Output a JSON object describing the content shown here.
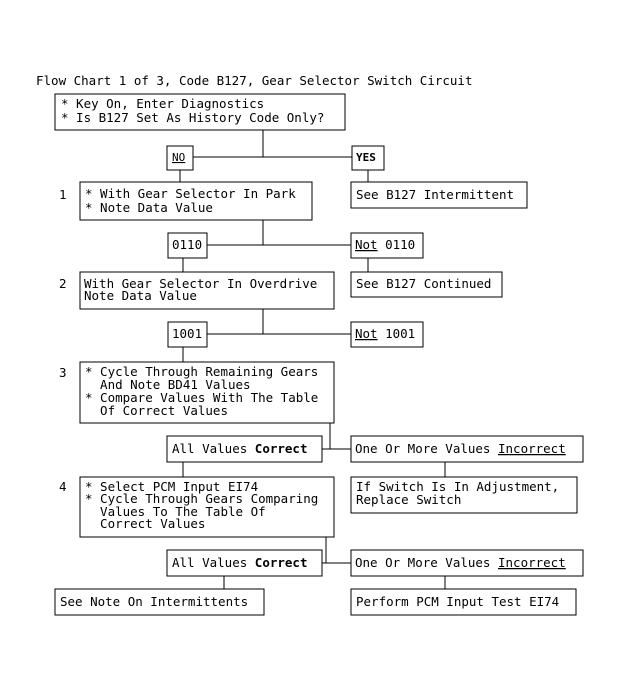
{
  "title": "Flow Chart 1 of 3, Code B127, Gear Selector Switch Circuit",
  "start": {
    "lines": [
      "* Key On, Enter Diagnostics",
      "* Is B127 Set As History Code Only?"
    ]
  },
  "answers1": {
    "no": "NO",
    "yes": "YES"
  },
  "result_yes": "See B127 Intermittent",
  "step1": {
    "num": "1",
    "lines": [
      "* With Gear Selector In Park",
      "* Note Data Value"
    ]
  },
  "answers2": {
    "left": "0110",
    "right_not": "Not",
    "right_rest": " 0110"
  },
  "result_not_0110": "See B127 Continued",
  "step2": {
    "num": "2",
    "lines": [
      "With Gear Selector In Overdrive",
      "Note Data Value"
    ]
  },
  "answers3": {
    "left": "1001",
    "right_not": "Not",
    "right_rest": " 1001"
  },
  "step3": {
    "num": "3",
    "lines": [
      "* Cycle Through Remaining Gears",
      "  And Note BD41 Values",
      "* Compare Values With The Table",
      "  Of Correct Values"
    ]
  },
  "answers4": {
    "left_pre": "All Values ",
    "left_bold": "Correct",
    "right_pre": "One Or More Values ",
    "right_ul": "Incorrect"
  },
  "result_incorrect_1": [
    "If Switch Is In Adjustment,",
    "Replace Switch"
  ],
  "step4": {
    "num": "4",
    "lines": [
      "* Select PCM Input EI74",
      "* Cycle Through Gears Comparing",
      "  Values To The Table Of",
      "  Correct Values"
    ]
  },
  "answers5": {
    "left_pre": "All Values ",
    "left_bold": "Correct",
    "right_pre": "One Or More Values ",
    "right_ul": "Incorrect"
  },
  "result_correct_final": "See Note On Intermittents",
  "result_incorrect_final": "Perform PCM Input Test EI74"
}
